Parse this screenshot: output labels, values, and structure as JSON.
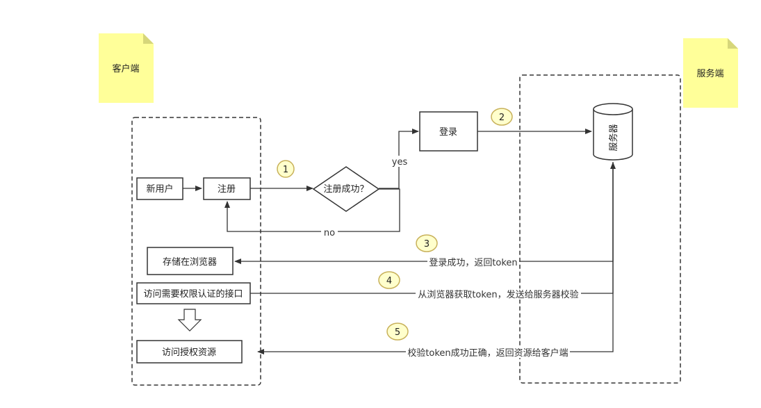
{
  "notes": {
    "client": "客户端",
    "server": "服务端"
  },
  "nodes": {
    "new_user": "新用户",
    "register": "注册",
    "register_success": "注册成功？",
    "login": "登录",
    "server_db": "服务器",
    "store_in_browser": "存储在浏览器",
    "access_auth_api": "访问需要权限认证的接口",
    "access_resource": "访问授权资源"
  },
  "edges": {
    "yes": "yes",
    "no": "no",
    "login_success": "登录成功，返回token",
    "fetch_token": "从浏览器获取token，发送给服务器校验",
    "verify_success": "校验token成功正确，返回资源给客户端"
  },
  "steps": [
    "1",
    "2",
    "3",
    "4",
    "5"
  ],
  "colors": {
    "note_fill": "#ffff99",
    "note_fold": "#d6d67a",
    "step_fill": "#ffffcc",
    "step_stroke": "#c8b15a",
    "line": "#333333"
  }
}
